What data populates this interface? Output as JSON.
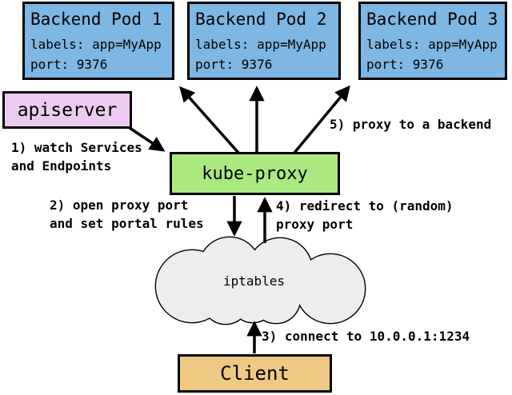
{
  "colors": {
    "pod_fill": "#7eb6e4",
    "apiserver_fill": "#edcaf2",
    "kube_proxy_fill": "#abe87f",
    "client_fill": "#eec983",
    "cloud_fill": "#ededed",
    "line": "#000000"
  },
  "pods": [
    {
      "title": "Backend Pod 1",
      "labels_line": "labels: app=MyApp",
      "port_line": "port: 9376"
    },
    {
      "title": "Backend Pod 2",
      "labels_line": "labels: app=MyApp",
      "port_line": "port: 9376"
    },
    {
      "title": "Backend Pod 3",
      "labels_line": "labels: app=MyApp",
      "port_line": "port: 9376"
    }
  ],
  "nodes": {
    "apiserver": "apiserver",
    "kube_proxy": "kube-proxy",
    "iptables": "iptables",
    "client": "Client"
  },
  "annotations": {
    "step1": "1) watch Services\nand Endpoints",
    "step2": "2) open proxy port\nand set portal rules",
    "step3": "3) connect to 10.0.0.1:1234",
    "step4": "4) redirect to (random)\nproxy port",
    "step5": "5) proxy to a backend"
  }
}
